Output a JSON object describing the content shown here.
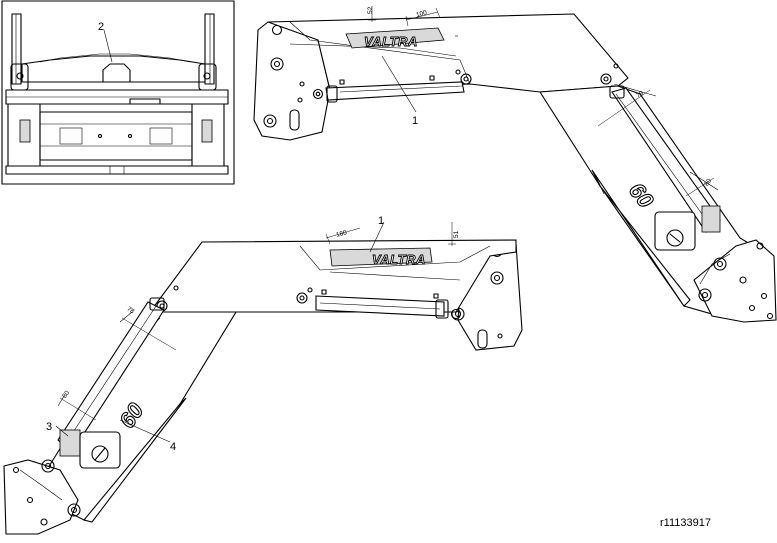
{
  "callouts": {
    "c1_top": "1",
    "c1_bottom": "1",
    "c2": "2",
    "c3": "3",
    "c4": "4"
  },
  "dimensions": {
    "top_52": "52",
    "top_100": "100",
    "top_79": "79",
    "top_80": "80",
    "bottom_180": "180",
    "bottom_51": "51",
    "bottom_78": "78",
    "bottom_80": "80"
  },
  "decals": {
    "brand_top": "VALTRA",
    "brand_bottom": "VALTRA",
    "model_top": "60",
    "model_bottom": "60"
  },
  "reference_code": "r11133917"
}
